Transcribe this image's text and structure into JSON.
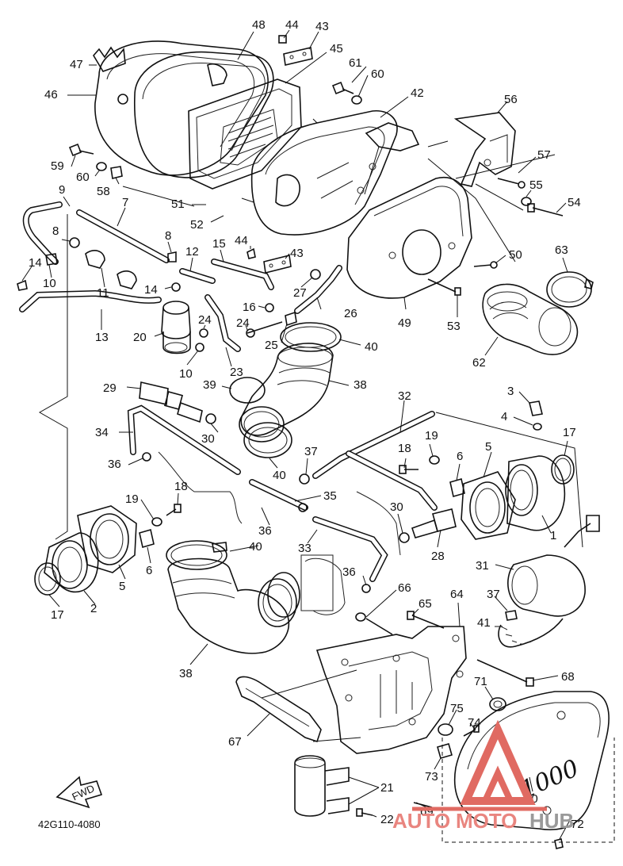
{
  "diagram": {
    "code": "42G110-4080",
    "fwd_label": "FWD",
    "emblem_text": "1000",
    "watermark": {
      "left": "AUTO",
      "middle": "MOTO",
      "right": "HUB"
    }
  },
  "callouts": [
    {
      "id": "48",
      "text": "48"
    },
    {
      "id": "44a",
      "text": "44"
    },
    {
      "id": "43a",
      "text": "43"
    },
    {
      "id": "47",
      "text": "47"
    },
    {
      "id": "45",
      "text": "45"
    },
    {
      "id": "61",
      "text": "61"
    },
    {
      "id": "60a",
      "text": "60"
    },
    {
      "id": "46",
      "text": "46"
    },
    {
      "id": "42",
      "text": "42"
    },
    {
      "id": "56",
      "text": "56"
    },
    {
      "id": "59",
      "text": "59"
    },
    {
      "id": "60b",
      "text": "60"
    },
    {
      "id": "58",
      "text": "58"
    },
    {
      "id": "57",
      "text": "57"
    },
    {
      "id": "9",
      "text": "9"
    },
    {
      "id": "7",
      "text": "7"
    },
    {
      "id": "51",
      "text": "51"
    },
    {
      "id": "55",
      "text": "55"
    },
    {
      "id": "54",
      "text": "54"
    },
    {
      "id": "52",
      "text": "52"
    },
    {
      "id": "8a",
      "text": "8"
    },
    {
      "id": "8b",
      "text": "8"
    },
    {
      "id": "15",
      "text": "15"
    },
    {
      "id": "44b",
      "text": "44"
    },
    {
      "id": "63",
      "text": "63"
    },
    {
      "id": "12",
      "text": "12"
    },
    {
      "id": "43b",
      "text": "43"
    },
    {
      "id": "50",
      "text": "50"
    },
    {
      "id": "14a",
      "text": "14"
    },
    {
      "id": "10a",
      "text": "10"
    },
    {
      "id": "11",
      "text": "11"
    },
    {
      "id": "14b",
      "text": "14"
    },
    {
      "id": "27",
      "text": "27"
    },
    {
      "id": "16",
      "text": "16"
    },
    {
      "id": "26",
      "text": "26"
    },
    {
      "id": "24a",
      "text": "24"
    },
    {
      "id": "24b",
      "text": "24"
    },
    {
      "id": "49",
      "text": "49"
    },
    {
      "id": "53",
      "text": "53"
    },
    {
      "id": "13",
      "text": "13"
    },
    {
      "id": "20",
      "text": "20"
    },
    {
      "id": "25",
      "text": "25"
    },
    {
      "id": "40a",
      "text": "40"
    },
    {
      "id": "10b",
      "text": "10"
    },
    {
      "id": "23",
      "text": "23"
    },
    {
      "id": "62",
      "text": "62"
    },
    {
      "id": "39",
      "text": "39"
    },
    {
      "id": "38a",
      "text": "38"
    },
    {
      "id": "29",
      "text": "29"
    },
    {
      "id": "3",
      "text": "3"
    },
    {
      "id": "32",
      "text": "32"
    },
    {
      "id": "4",
      "text": "4"
    },
    {
      "id": "34",
      "text": "34"
    },
    {
      "id": "30a",
      "text": "30"
    },
    {
      "id": "18a",
      "text": "18"
    },
    {
      "id": "19a",
      "text": "19"
    },
    {
      "id": "5a",
      "text": "5"
    },
    {
      "id": "17a",
      "text": "17"
    },
    {
      "id": "37a",
      "text": "37"
    },
    {
      "id": "36a",
      "text": "36"
    },
    {
      "id": "6a",
      "text": "6"
    },
    {
      "id": "40b",
      "text": "40"
    },
    {
      "id": "35",
      "text": "35"
    },
    {
      "id": "18b",
      "text": "18"
    },
    {
      "id": "19b",
      "text": "19"
    },
    {
      "id": "30b",
      "text": "30"
    },
    {
      "id": "1",
      "text": "1"
    },
    {
      "id": "36b",
      "text": "36"
    },
    {
      "id": "40c",
      "text": "40"
    },
    {
      "id": "6b",
      "text": "6"
    },
    {
      "id": "33",
      "text": "33"
    },
    {
      "id": "28",
      "text": "28"
    },
    {
      "id": "5b",
      "text": "5"
    },
    {
      "id": "31",
      "text": "31"
    },
    {
      "id": "36c",
      "text": "36"
    },
    {
      "id": "66",
      "text": "66"
    },
    {
      "id": "2",
      "text": "2"
    },
    {
      "id": "17b",
      "text": "17"
    },
    {
      "id": "65",
      "text": "65"
    },
    {
      "id": "64",
      "text": "64"
    },
    {
      "id": "37b",
      "text": "37"
    },
    {
      "id": "41",
      "text": "41"
    },
    {
      "id": "38b",
      "text": "38"
    },
    {
      "id": "68",
      "text": "68"
    },
    {
      "id": "71",
      "text": "71"
    },
    {
      "id": "75",
      "text": "75"
    },
    {
      "id": "74",
      "text": "74"
    },
    {
      "id": "67",
      "text": "67"
    },
    {
      "id": "73",
      "text": "73"
    },
    {
      "id": "21",
      "text": "21"
    },
    {
      "id": "70",
      "text": "70"
    },
    {
      "id": "69",
      "text": "69"
    },
    {
      "id": "22",
      "text": "22"
    },
    {
      "id": "72",
      "text": "72"
    }
  ]
}
